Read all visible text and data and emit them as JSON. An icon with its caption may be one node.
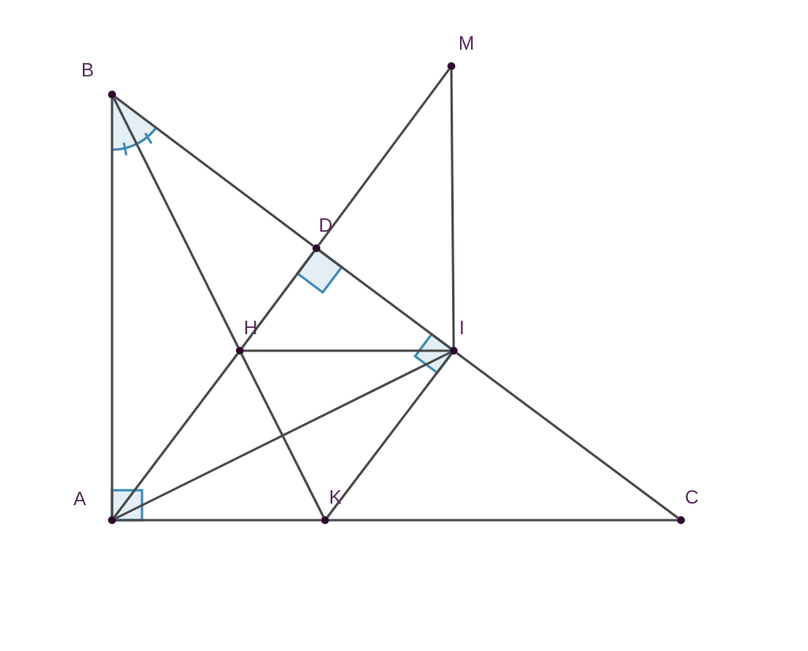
{
  "diagram": {
    "nodes": [
      {
        "text": [
          "M"
        ]
      },
      {
        "text": [
          "B"
        ]
      },
      {
        "text": [
          "D"
        ]
      },
      {
        "text": [
          "H"
        ]
      },
      {
        "text": [
          "I"
        ]
      },
      {
        "text": [
          "A"
        ]
      },
      {
        "text": [
          "K"
        ]
      },
      {
        "text": [
          "C"
        ]
      }
    ],
    "edges": [
      {
        "from": 5,
        "to": 1,
        "arrow": "none"
      },
      {
        "from": 1,
        "to": 2,
        "arrow": "none"
      },
      {
        "from": 2,
        "to": 4,
        "arrow": "none"
      },
      {
        "from": 4,
        "to": 7,
        "arrow": "none"
      },
      {
        "from": 1,
        "to": 3,
        "arrow": "none"
      },
      {
        "from": 3,
        "to": 6,
        "arrow": "none"
      },
      {
        "from": 0,
        "to": 2,
        "arrow": "none"
      },
      {
        "from": 2,
        "to": 3,
        "arrow": "none"
      },
      {
        "from": 0,
        "to": 4,
        "arrow": "none"
      },
      {
        "from": 3,
        "to": 4,
        "arrow": "none"
      },
      {
        "from": 5,
        "to": 3,
        "arrow": "none"
      },
      {
        "from": 5,
        "to": 4,
        "arrow": "none"
      },
      {
        "from": 4,
        "to": 6,
        "arrow": "none"
      },
      {
        "from": 5,
        "to": 6,
        "arrow": "none"
      },
      {
        "from": 6,
        "to": 7,
        "arrow": "none"
      }
    ]
  }
}
